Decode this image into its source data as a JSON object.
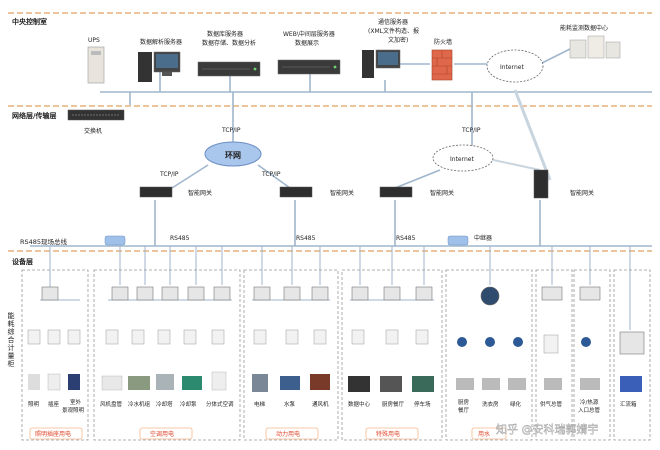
{
  "layers": {
    "control_room": "中央控制室",
    "network_layer": "网络层/传输层",
    "rs485_bus": "RS485现场总线",
    "device_layer": "设备层",
    "metering_cabinet": "能耗综合计量柜"
  },
  "servers": {
    "ups": "UPS",
    "data_parse": "数据解析服务器",
    "db_line1": "数据库服务器",
    "db_line2": "数据存储、数据分析",
    "web_line1": "WEB\\中间层服务器",
    "web_line2": "数据展示",
    "comm_line1": "通信服务器",
    "comm_line2": "(XML文件构造、报",
    "comm_line3": "文加密)",
    "firewall": "防火墙",
    "energy_center": "能耗监测数据中心",
    "internet_top": "Internet",
    "switch": "交换机"
  },
  "network": {
    "tcpip_1": "TCP/IP",
    "tcpip_2": "TCP/IP",
    "tcpip_3": "TCP/IP",
    "tcpip_4": "TCP/IP",
    "ring": "环网",
    "internet_mid": "Internet",
    "gateway_1": "智能网关",
    "gateway_2": "智能网关",
    "gateway_3": "智能网关",
    "gateway_4": "智能网关",
    "rs485_1": "RS485",
    "rs485_2": "RS485",
    "rs485_3": "RS485",
    "repeater": "中继器"
  },
  "groups": [
    {
      "label": "照明插座用电",
      "items": [
        "照明",
        "插座",
        "室外",
        "景观照明"
      ]
    },
    {
      "label": "空调用电",
      "items": [
        "风机盘管",
        "冷水机组",
        "冷却塔",
        "冷却泵",
        "分体式空调"
      ]
    },
    {
      "label": "动力用电",
      "items": [
        "电梯",
        "水泵",
        "通风机"
      ]
    },
    {
      "label": "特殊用电",
      "items": [
        "数据中心",
        "厨房餐厅",
        "停车场"
      ]
    },
    {
      "label": "用水",
      "items": [
        "厨房",
        "餐厅",
        "洗衣房",
        "绿化"
      ]
    },
    {
      "label": "",
      "items": [
        "供气总管"
      ]
    },
    {
      "label": "",
      "items": [
        "冷/热源",
        "入口总管"
      ]
    },
    {
      "label": "",
      "items": [
        "汇流箱"
      ]
    }
  ],
  "watermark": "知乎 @安科瑞郭婧宇",
  "colors": {
    "dash": "#d88a3a",
    "line": "#9fb6cc",
    "group_label": "#e0472a",
    "label_box": "#f5b98c"
  }
}
